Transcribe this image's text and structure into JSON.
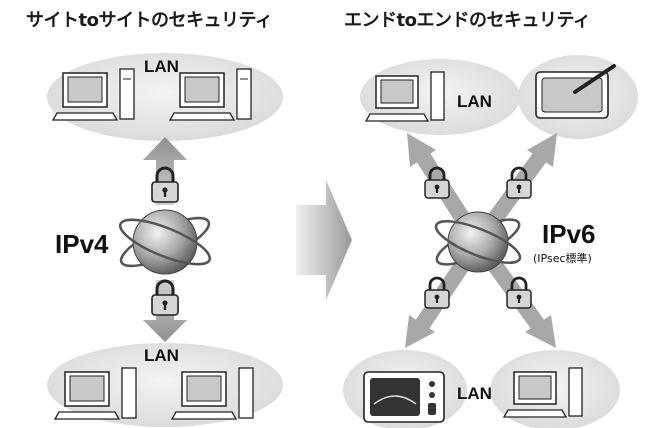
{
  "headings": {
    "left": "サイトtoサイトのセキュリティ",
    "right": "エンドtoエンドのセキュリティ"
  },
  "left_diagram": {
    "top_lan_label": "LAN",
    "bottom_lan_label": "LAN",
    "protocol_label": "IPv4"
  },
  "right_diagram": {
    "top_lan_label": "LAN",
    "bottom_lan_label": "LAN",
    "protocol_label": "IPv6",
    "protocol_note": "(IPsec標準)"
  },
  "colors": {
    "ellipse_fill": "#e6e6e6",
    "arrow_fill": "#a8a8a8",
    "globe_dark": "#6e6e6e",
    "globe_light": "#e8e8e8"
  }
}
